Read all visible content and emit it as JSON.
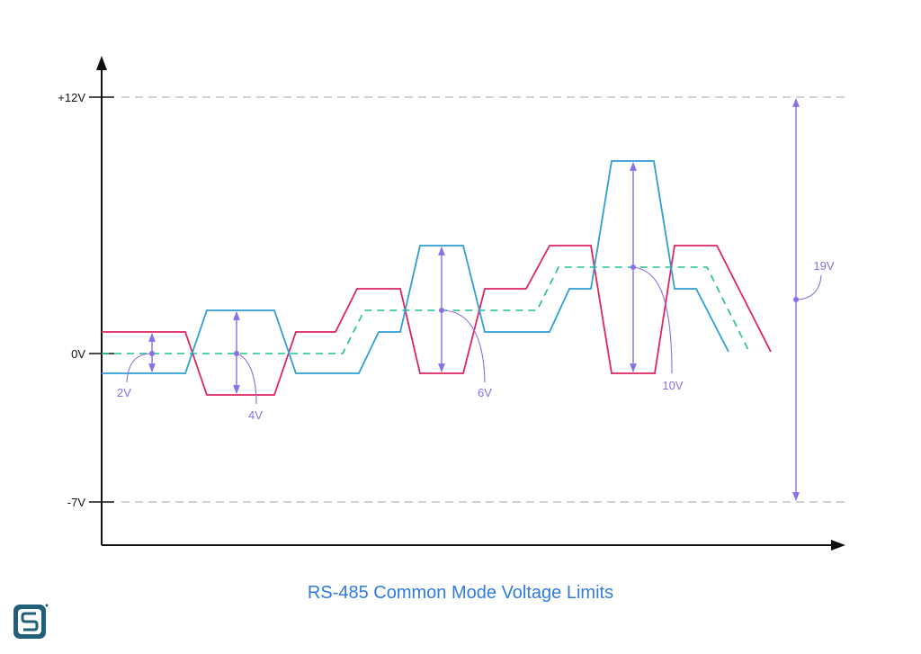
{
  "title": "RS-485 Common Mode Voltage Limits",
  "y_axis_labels": {
    "top": "+12V",
    "zero": "0V",
    "bottom": "-7V"
  },
  "annotations": {
    "a1": "2V",
    "a2": "4V",
    "a3": "6V",
    "a4": "10V",
    "range": "19V"
  },
  "colors": {
    "red_line": "#e0245e",
    "blue_line": "#2f9fd8",
    "common_mode_line": "#1fbf8f",
    "annotation": "#8b6fe8",
    "title": "#2f7be0",
    "axis": "#111111",
    "guide": "#b8b8b8",
    "logo": "#1f5f7a"
  },
  "icons": {
    "logo": "circuitstate-logo-icon",
    "axis_arrow": "arrow-head-icon"
  }
}
